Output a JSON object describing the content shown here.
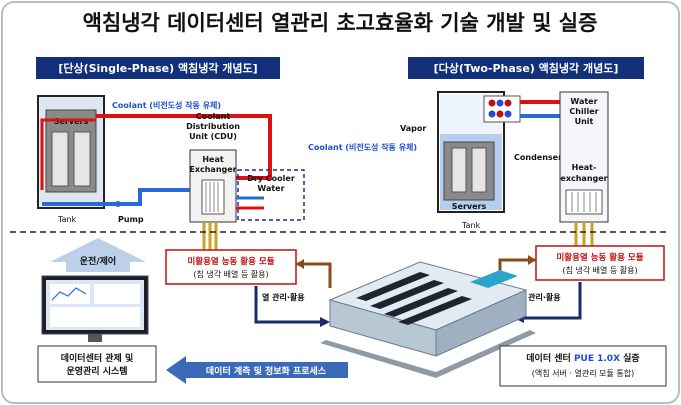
{
  "title": "액침냉각 데이터센터 열관리 초고효율화 기술 개발 및 실증",
  "single_phase": {
    "header": "[단상(Single-Phase) 액침냉각 개념도]",
    "servers": "Servers",
    "tank": "Tank",
    "pump": "Pump",
    "coolant": "Coolant (비전도성 작동 유체)",
    "cdu_1": "Coolant",
    "cdu_2": "Distribution",
    "cdu_3": "Unit (CDU)",
    "hx_1": "Heat",
    "hx_2": "Exchanger",
    "dry_cooler_1": "Dry Cooler",
    "dry_cooler_2": "Water"
  },
  "two_phase": {
    "header": "[다상(Two-Phase) 액침냉각 개념도]",
    "vapor": "Vapor",
    "coolant": "Coolant (비전도성 작동 유체)",
    "condenser": "Condenser",
    "servers": "Servers",
    "tank": "Tank",
    "chiller_1": "Water",
    "chiller_2": "Chiller",
    "chiller_3": "Unit",
    "hx_1": "Heat-",
    "hx_2": "exchanger"
  },
  "bottom": {
    "control": "운전/제어",
    "ops_1": "데이터센터 관제 및",
    "ops_2": "운영관리 시스템",
    "data_process": "데이터 계측 및 정보화 프로세스",
    "module_1": "미활용열 능동 활용 모듈",
    "module_2": "(칩 냉각 배열 등 활용)",
    "thermal": "열 관리·활용",
    "pue_prefix": "데이터 센터 ",
    "pue_value": "PUE 1.0X",
    "pue_suffix": " 실증",
    "pue_sub": "(액침 서버 · 열관리 모듈 통합)"
  },
  "colors": {
    "header_bg": "#12307a",
    "hot_line": "#e01010",
    "cold_line": "#2a6ad6",
    "module_text": "#c01010",
    "pue_accent": "#1f4fd1"
  }
}
